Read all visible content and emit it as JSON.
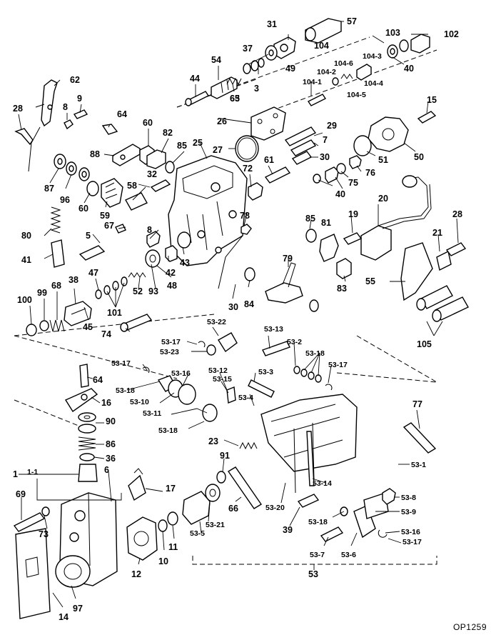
{
  "drawing_code": "OP1259",
  "labels": [
    "1",
    "1-1",
    "3",
    "5",
    "6",
    "7",
    "8",
    "9",
    "10",
    "11",
    "12",
    "14",
    "15",
    "16",
    "17",
    "19",
    "20",
    "21",
    "23",
    "25",
    "26",
    "27",
    "28",
    "29",
    "30",
    "31",
    "32",
    "36",
    "37",
    "38",
    "39",
    "40",
    "41",
    "42",
    "43",
    "44",
    "45",
    "47",
    "48",
    "49",
    "50",
    "51",
    "52",
    "53",
    "53-1",
    "53-2",
    "53-3",
    "53-4",
    "53-5",
    "53-6",
    "53-7",
    "53-8",
    "53-9",
    "53-10",
    "53-11",
    "53-12",
    "53-13",
    "53-14",
    "53-15",
    "53-16",
    "53-17",
    "53-18",
    "53-20",
    "53-21",
    "53-22",
    "53-23",
    "54",
    "55",
    "57",
    "58",
    "59",
    "60",
    "61",
    "62",
    "63",
    "64",
    "65",
    "66",
    "67",
    "68",
    "69",
    "72",
    "73",
    "74",
    "75",
    "76",
    "77",
    "78",
    "79",
    "80",
    "81",
    "82",
    "83",
    "84",
    "85",
    "86",
    "87",
    "88",
    "90",
    "91",
    "93",
    "96",
    "97",
    "99",
    "100",
    "101",
    "102",
    "103",
    "104",
    "104-1",
    "104-2",
    "104-3",
    "104-4",
    "104-5",
    "104-6",
    "105"
  ]
}
